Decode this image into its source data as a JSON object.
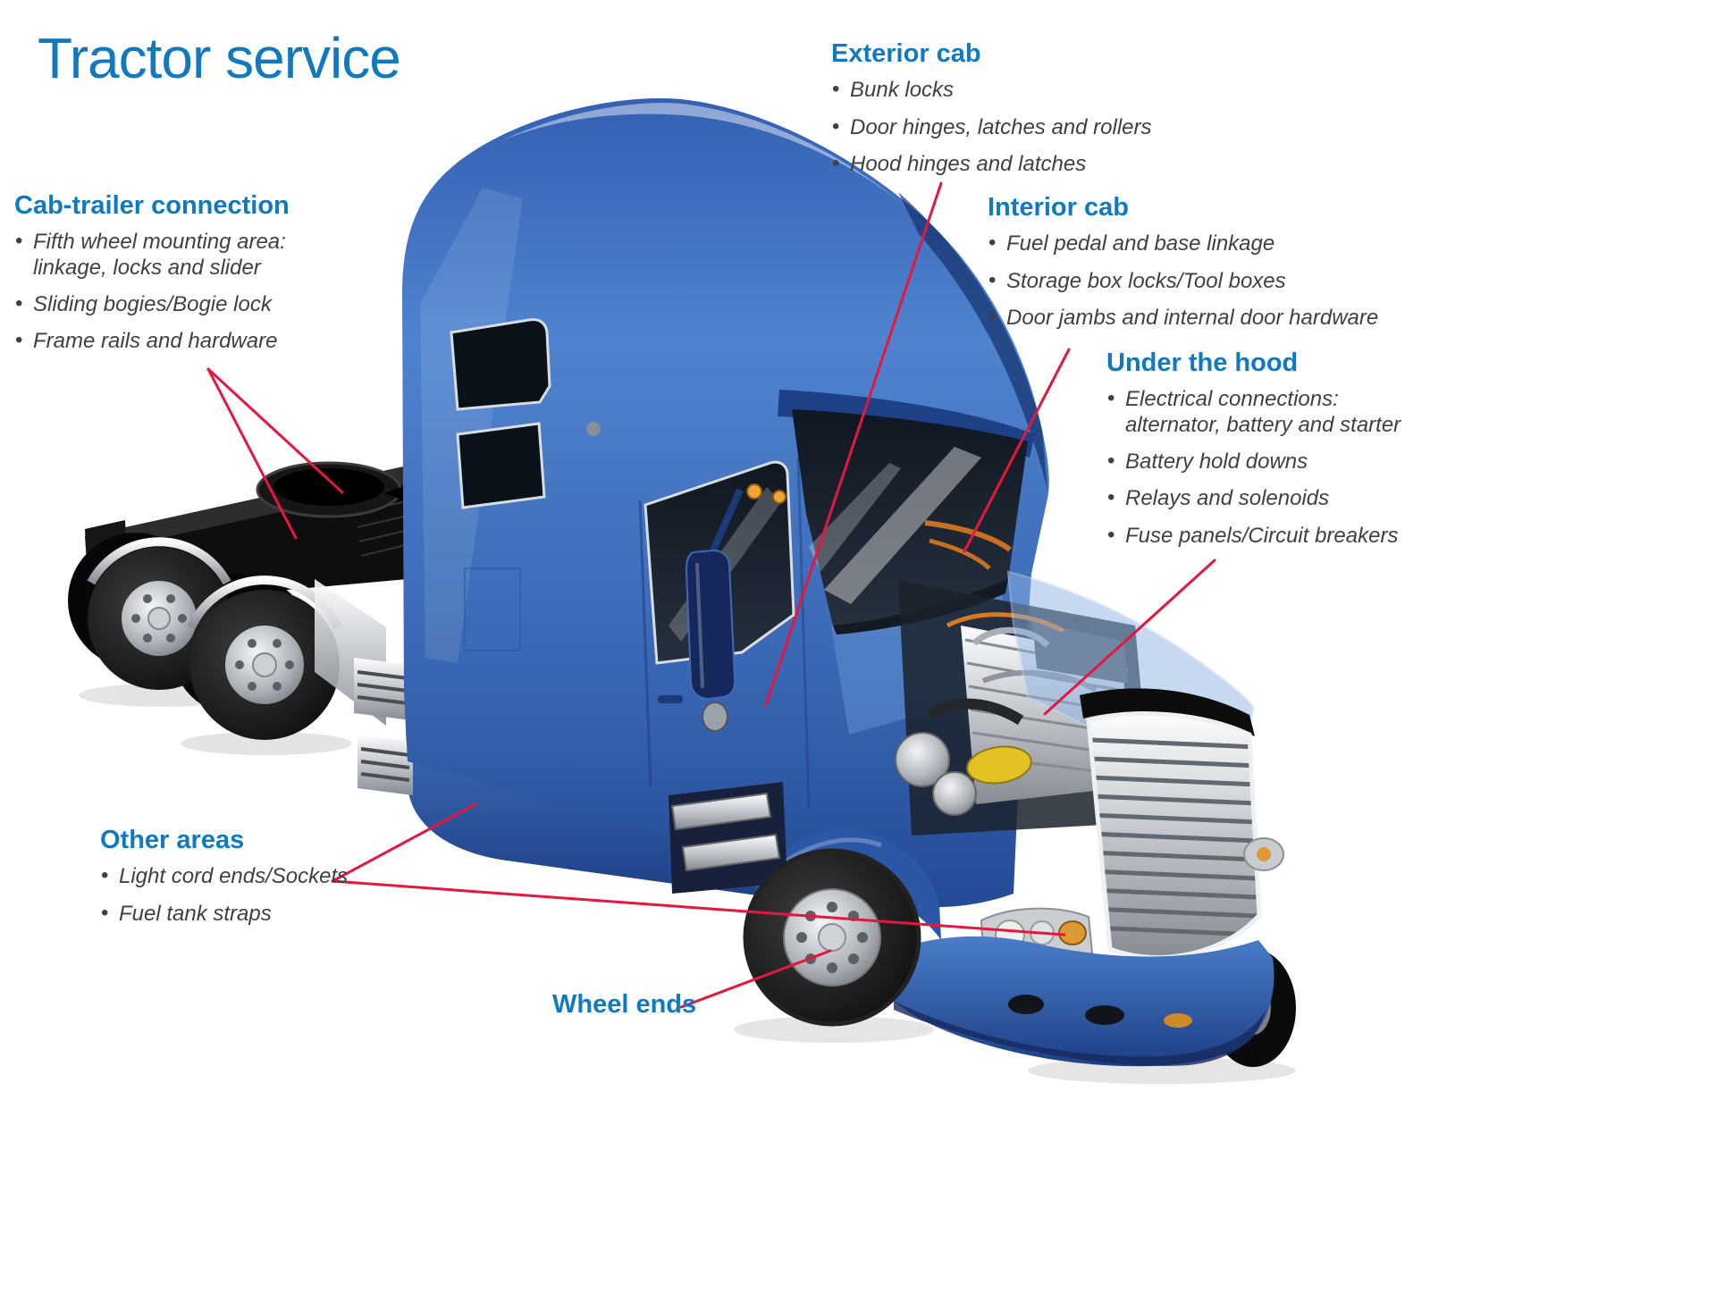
{
  "title": "Tractor service",
  "colors": {
    "heading_blue": "#1179bf",
    "body_text": "#3f4042",
    "leader_red": "#e5173f",
    "truck_blue": "#3d6fbe"
  },
  "sections": {
    "exterior_cab": {
      "heading": "Exterior cab",
      "items": [
        "Bunk locks",
        "Door hinges, latches and rollers",
        "Hood hinges and latches"
      ]
    },
    "cab_trailer_connection": {
      "heading": "Cab-trailer connection",
      "items": [
        "Fifth wheel mounting area: linkage, locks and slider",
        "Sliding bogies/Bogie lock",
        "Frame rails and hardware"
      ]
    },
    "interior_cab": {
      "heading": "Interior cab",
      "items": [
        "Fuel pedal and base linkage",
        "Storage box locks/Tool boxes",
        "Door jambs and internal door hardware"
      ]
    },
    "under_the_hood": {
      "heading": "Under the hood",
      "items": [
        "Electrical connections: alternator, battery and starter",
        "Battery hold downs",
        "Relays and solenoids",
        "Fuse panels/Circuit breakers"
      ]
    },
    "other_areas": {
      "heading": "Other areas",
      "items": [
        "Light cord ends/Sockets",
        "Fuel tank straps"
      ]
    },
    "wheel_ends": {
      "heading": "Wheel ends"
    }
  },
  "illustration": {
    "description": "Blue conventional sleeper-cab tractor, front three-quarter view, ghosted hood revealing engine"
  }
}
